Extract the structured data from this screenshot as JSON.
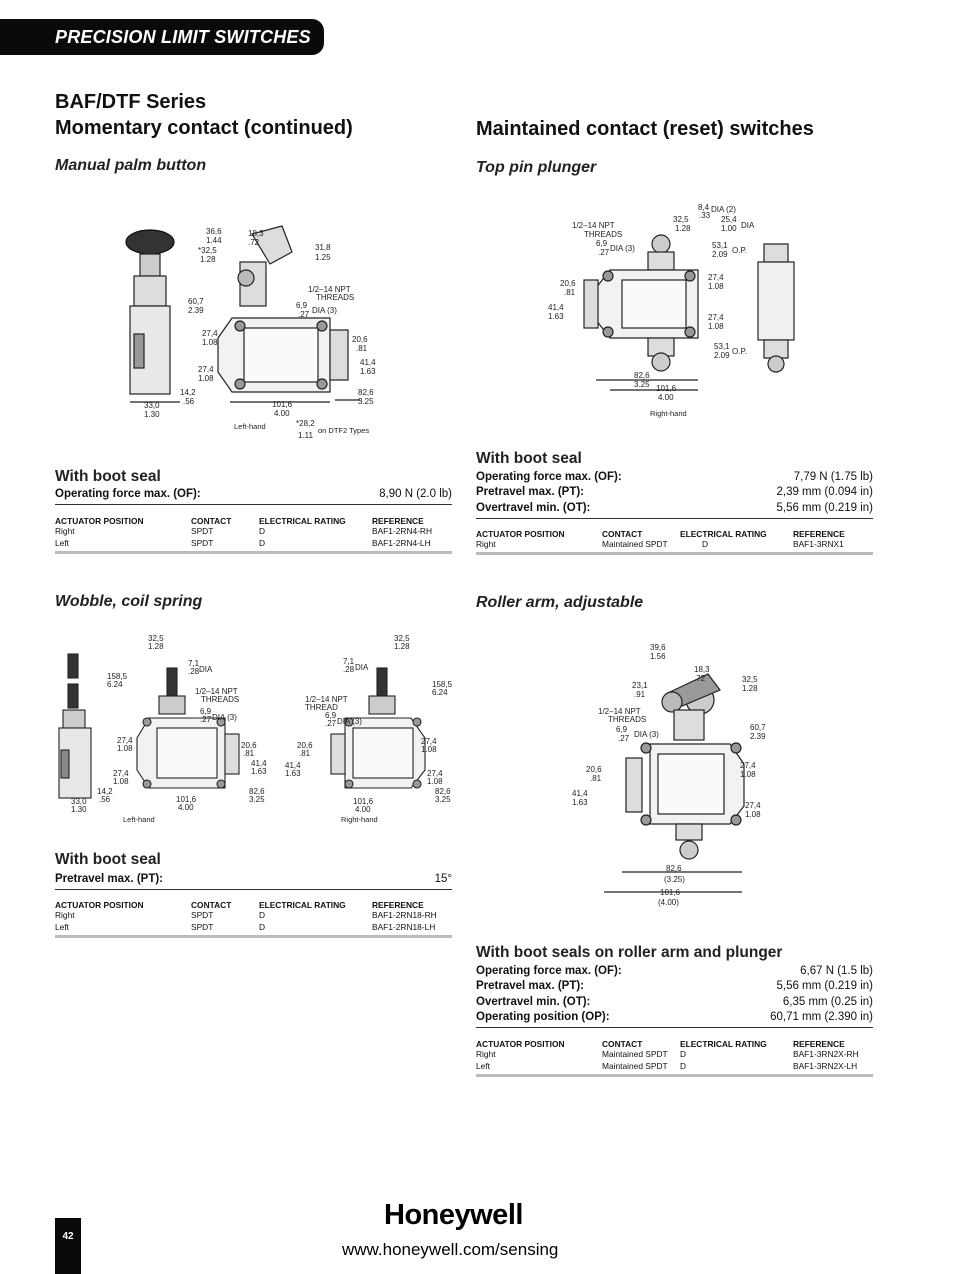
{
  "banner": "PRECISION LIMIT SWITCHES",
  "left": {
    "title_line1": "BAF/DTF Series",
    "title_line2": "Momentary contact (continued)",
    "palm": {
      "subtitle": "Manual palm button",
      "caption_left": "Left-hand",
      "note": "on DTF2 Types",
      "boot_title": "With boot seal",
      "specs": [
        {
          "label": "Operating force max. (OF):",
          "value": "8,90 N (2.0 lb)"
        }
      ],
      "table": {
        "headers": [
          "ACTUATOR POSITION",
          "CONTACT",
          "ELECTRICAL RATING",
          "REFERENCE"
        ],
        "rows": [
          [
            "Right",
            "SPDT",
            "D",
            "BAF1-2RN4-RH"
          ],
          [
            "Left",
            "SPDT",
            "D",
            "BAF1-2RN4-LH"
          ]
        ]
      }
    },
    "wobble": {
      "subtitle": "Wobble, coil spring",
      "caption_left": "Left-hand",
      "caption_right": "Right-hand",
      "boot_title": "With boot seal",
      "specs": [
        {
          "label": "Pretravel max. (PT):",
          "value": "15°"
        }
      ],
      "table": {
        "headers": [
          "ACTUATOR POSITION",
          "CONTACT",
          "ELECTRICAL RATING",
          "REFERENCE"
        ],
        "rows": [
          [
            "Right",
            "SPDT",
            "D",
            "BAF1-2RN18-RH"
          ],
          [
            "Left",
            "SPDT",
            "D",
            "BAF1-2RN18-LH"
          ]
        ]
      }
    }
  },
  "right": {
    "title": "Maintained contact (reset) switches",
    "top_pin": {
      "subtitle": "Top pin plunger",
      "caption": "Right-hand",
      "boot_title": "With boot seal",
      "specs": [
        {
          "label": "Operating force max. (OF):",
          "value": "7,79 N (1.75 lb)"
        },
        {
          "label": "Pretravel max. (PT):",
          "value": "2,39 mm (0.094 in)"
        },
        {
          "label": "Overtravel min. (OT):",
          "value": "5,56 mm (0.219 in)"
        }
      ],
      "table": {
        "headers": [
          "ACTUATOR POSITION",
          "CONTACT",
          "ELECTRICAL RATING",
          "REFERENCE"
        ],
        "rows": [
          [
            "Right",
            "Maintained SPDT",
            "D",
            "BAF1-3RNX1"
          ]
        ]
      }
    },
    "roller": {
      "subtitle": "Roller arm, adjustable",
      "boot_title": "With boot seals on roller arm and plunger",
      "specs": [
        {
          "label": "Operating force max. (OF):",
          "value": "6,67 N (1.5 lb)"
        },
        {
          "label": "Pretravel max. (PT):",
          "value": "5,56 mm (0.219 in)"
        },
        {
          "label": "Overtravel min. (OT):",
          "value": "6,35 mm (0.25 in)"
        },
        {
          "label": "Operating position (OP):",
          "value": "60,71 mm (2.390 in)"
        }
      ],
      "table": {
        "headers": [
          "ACTUATOR POSITION",
          "CONTACT",
          "ELECTRICAL RATING",
          "REFERENCE"
        ],
        "rows": [
          [
            "Right",
            "Maintained SPDT",
            "D",
            "BAF1-3RN2X-RH"
          ],
          [
            "Left",
            "Maintained SPDT",
            "D",
            "BAF1-3RN2X-LH"
          ]
        ]
      }
    }
  },
  "dims": {
    "palm": [
      "36,6",
      "1.44",
      "*32,5",
      "1.28",
      "18,3",
      ".72",
      "31,8",
      "1.25",
      "1/2–14 NPT",
      "THREADS",
      "60,7",
      "2.39",
      "6,9",
      ".27",
      "DIA (3)",
      "27,4",
      "1.08",
      "20,6",
      ".81",
      "41,4",
      "1.63",
      "27,4",
      "1.08",
      "14,2",
      ".56",
      "82,6",
      "3.25",
      "33,0",
      "1.30",
      "101,6",
      "4.00",
      "*28,2",
      "1.11"
    ],
    "wobble_l": [
      "32,5",
      "1.28",
      "7,1",
      ".28",
      "DIA",
      "158,5",
      "6.24",
      "1/2–14 NPT",
      "THREADS",
      "6,9",
      ".27",
      "DIA (3)",
      "27,4",
      "1.08",
      "20,6",
      ".81",
      "41,4",
      "1.63",
      "27,4",
      "1.08",
      "14,2",
      ".56",
      "33,0",
      "1.30",
      "101,6",
      "4.00",
      "82,6",
      "3.25"
    ],
    "wobble_r": [
      "32,5",
      "1.28",
      "7,1",
      ".28",
      "DIA",
      "158,5",
      "6.24",
      "1/2–14 NPT",
      "THREAD",
      "6,9",
      ".27",
      "DIA (3)",
      "20,6",
      ".81",
      "27,4",
      "1.08",
      "41,4",
      "1.63",
      "27,4",
      "1.08",
      "101,6",
      "4.00",
      "82,6",
      "3.25"
    ],
    "top_pin": [
      "8,4",
      ".33",
      "DIA (2)",
      "32,5",
      "1.28",
      "25,4",
      "1.00",
      "DIA",
      "1/2–14 NPT",
      "THREADS",
      "6,9",
      ".27",
      "DIA (3)",
      "53,1",
      "2.09",
      "O.P.",
      "20,6",
      ".81",
      "27,4",
      "1.08",
      "41,4",
      "1.63",
      "27,4",
      "1.08",
      "53,1",
      "2.09",
      "O.P.",
      "82,6",
      "3.25",
      "101,6",
      "4.00"
    ],
    "roller": [
      "39,6",
      "1.56",
      "23,1",
      ".91",
      "18,3",
      ".72",
      "32,5",
      "1.28",
      "1/2–14 NPT",
      "THREADS",
      "6,9",
      ".27",
      "DIA (3)",
      "60,7",
      "2.39",
      "27,4",
      "1.08",
      "20,6",
      ".81",
      "41,4",
      "1.63",
      "27,4",
      "1.08",
      "82,6",
      "(3.25)",
      "101,6",
      "(4.00)"
    ]
  },
  "footer": {
    "page_number": "42",
    "logo": "Honeywell",
    "url": "www.honeywell.com/sensing"
  }
}
